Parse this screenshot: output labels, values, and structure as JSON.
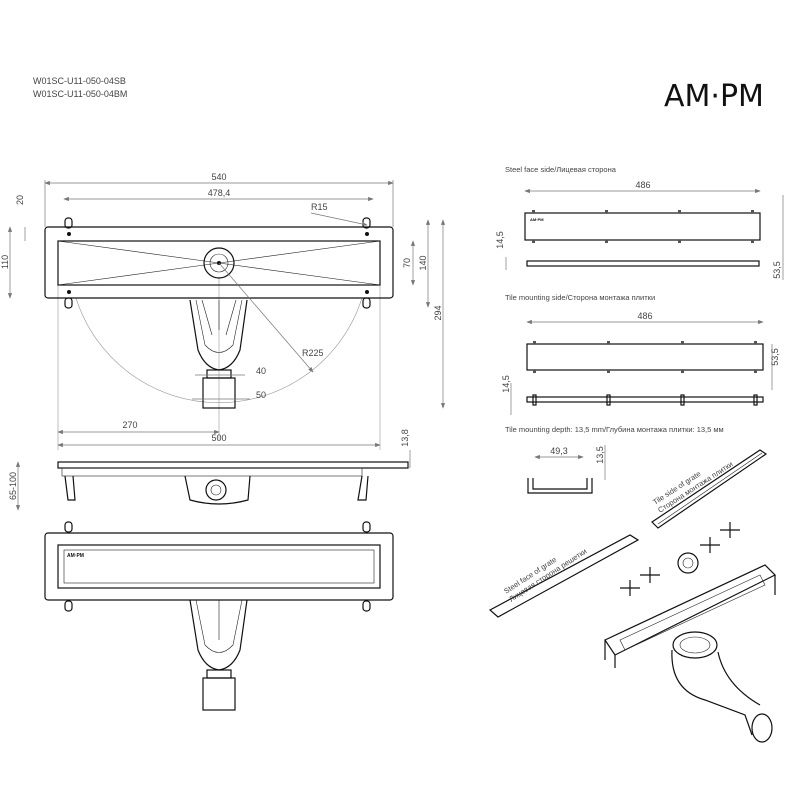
{
  "header": {
    "model_codes": [
      "W01SC-U11-050-04SB",
      "W01SC-U11-050-04BM"
    ],
    "logo": "AM·PM"
  },
  "top_view": {
    "dims": {
      "overall_length": "540",
      "hole_spacing": "478,4",
      "corner_radius": "R15",
      "swing_radius": "R225",
      "height_outer": "110",
      "flange": "20",
      "channel_width": "70",
      "bracket_span": "140",
      "total_depth": "294",
      "outlet_inner": "40",
      "outlet_outer": "50",
      "drain_offset": "270",
      "channel_length": "500"
    }
  },
  "side_view": {
    "dims": {
      "height_range": "65-100",
      "flange_height": "13,8"
    }
  },
  "grate_views": {
    "steel_face_title": "Steel face side/Лицевая сторона",
    "steel_face_length": "486",
    "steel_face_thickness": "14,5",
    "steel_face_width": "53,5",
    "tile_side_title": "Tile mounting side/Сторона монтажа плитки",
    "tile_side_length": "486",
    "tile_side_width": "53,5",
    "tile_side_thickness": "14,5",
    "depth_note": "Tile mounting depth: 13,5 mm/Глубина монтажа плитки: 13,5 мм",
    "profile_width": "49,3",
    "profile_depth": "13,5"
  },
  "isometric": {
    "tile_side_label_en": "Tile side of grate",
    "tile_side_label_ru": "Сторона монтажа плитки",
    "steel_face_label_en": "Steel face of grate",
    "steel_face_label_ru": "Лицевая сторона решетки"
  }
}
